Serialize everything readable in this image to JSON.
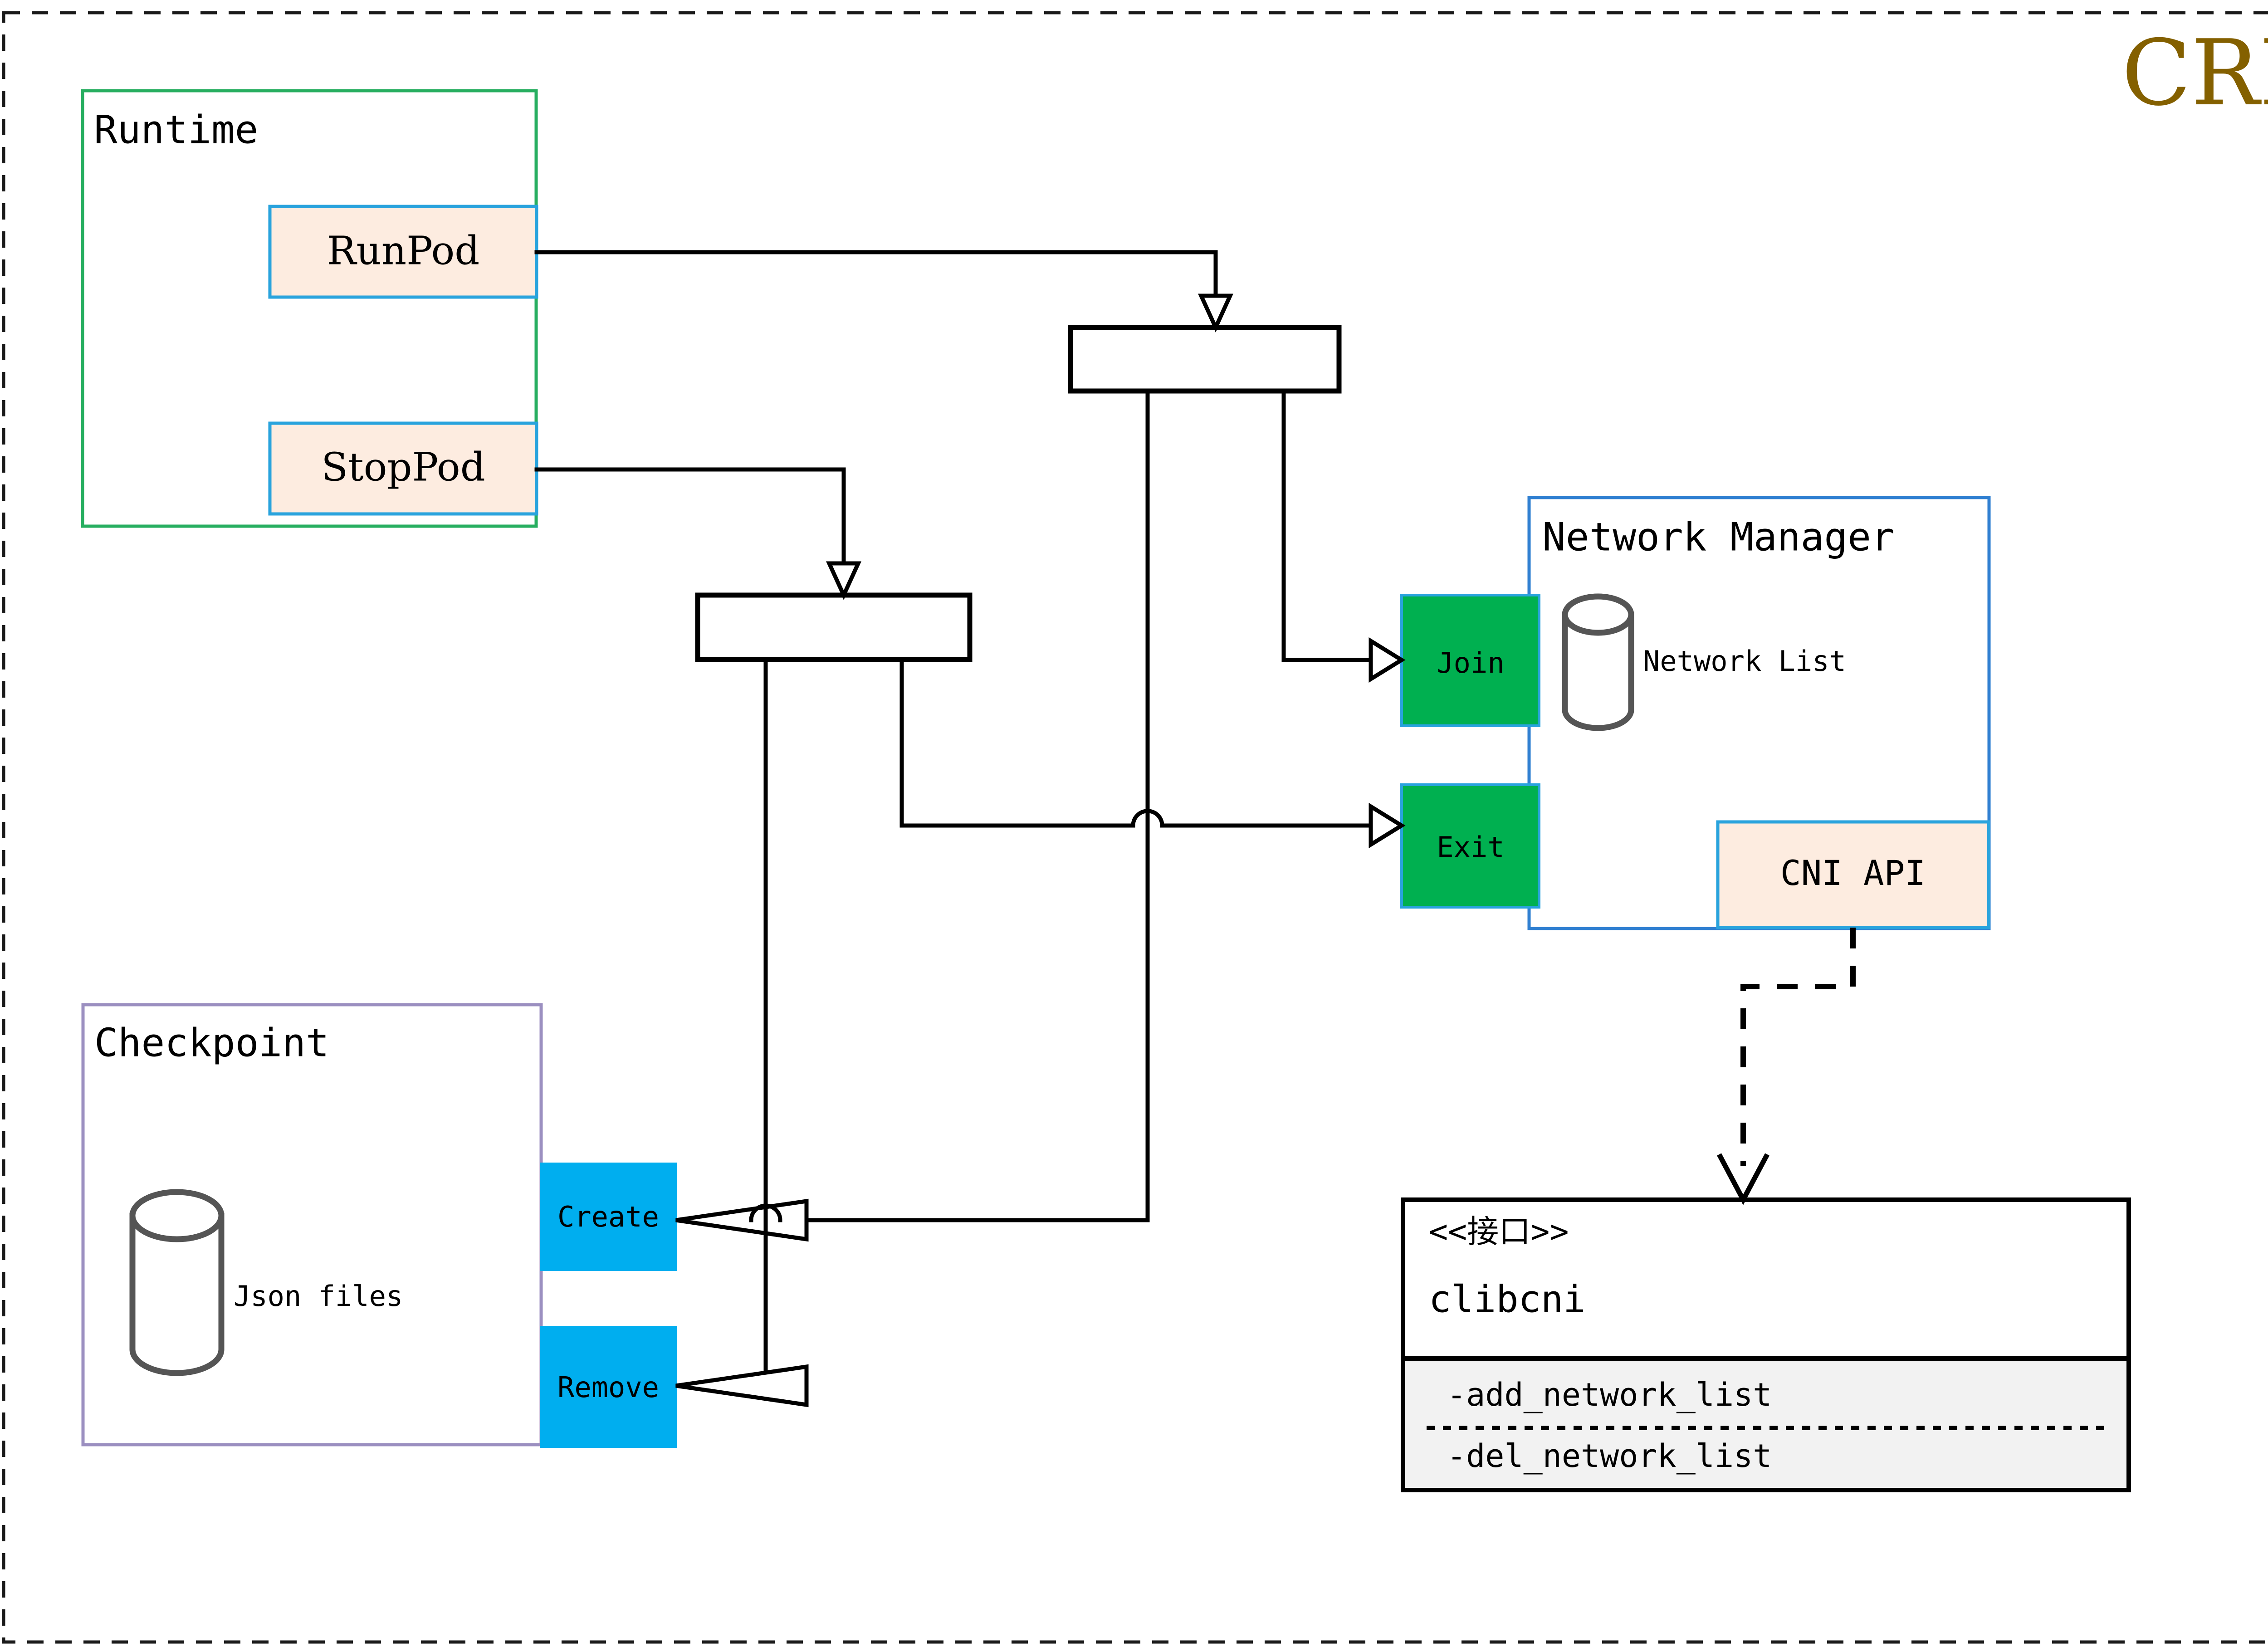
{
  "diagram": {
    "title": "CRI",
    "title_color": "#846000",
    "frame": {
      "style": "dashed",
      "color": "#1a1a1a"
    }
  },
  "packages": [
    {
      "name": "runtime-package",
      "label": "Runtime",
      "border_color": "#27ae60",
      "fill": "#ffffff"
    },
    {
      "name": "checkpoint-package",
      "label": "Checkpoint",
      "border_color": "#9b8fc0",
      "fill": "#ffffff"
    },
    {
      "name": "network-manager-package",
      "label": "Network Manager",
      "border_color": "#2f7fd1",
      "fill": "#ffffff"
    }
  ],
  "operations": {
    "run_pod": {
      "label": "RunPod",
      "fill": "#fdece0",
      "border": "#29a3dd"
    },
    "stop_pod": {
      "label": "StopPod",
      "fill": "#fdece0",
      "border": "#29a3dd"
    },
    "cni_api": {
      "label": "CNI API",
      "fill": "#fdece0",
      "border": "#29a3dd"
    },
    "join": {
      "label": "Join",
      "fill": "#00b050",
      "border": "#29a3dd"
    },
    "exit": {
      "label": "Exit",
      "fill": "#00b050",
      "border": "#29a3dd"
    },
    "create": {
      "label": "Create",
      "fill": "#00aeef",
      "border": "#00aeef"
    },
    "remove": {
      "label": "Remove",
      "fill": "#00aeef",
      "border": "#00aeef"
    }
  },
  "stores": {
    "network_list": {
      "label": "Network List",
      "stroke": "#555555"
    },
    "json_files": {
      "label": "Json files",
      "stroke": "#555555"
    }
  },
  "interface": {
    "stereotype": "<<接口>>",
    "name": "clibcni",
    "methods": [
      "-add_network_list",
      "-del_network_list"
    ],
    "methods_fill": "#f2f2f2"
  },
  "forks": [
    {
      "name": "fork-bar-runpod",
      "label": ""
    },
    {
      "name": "fork-bar-stoppod",
      "label": ""
    }
  ]
}
